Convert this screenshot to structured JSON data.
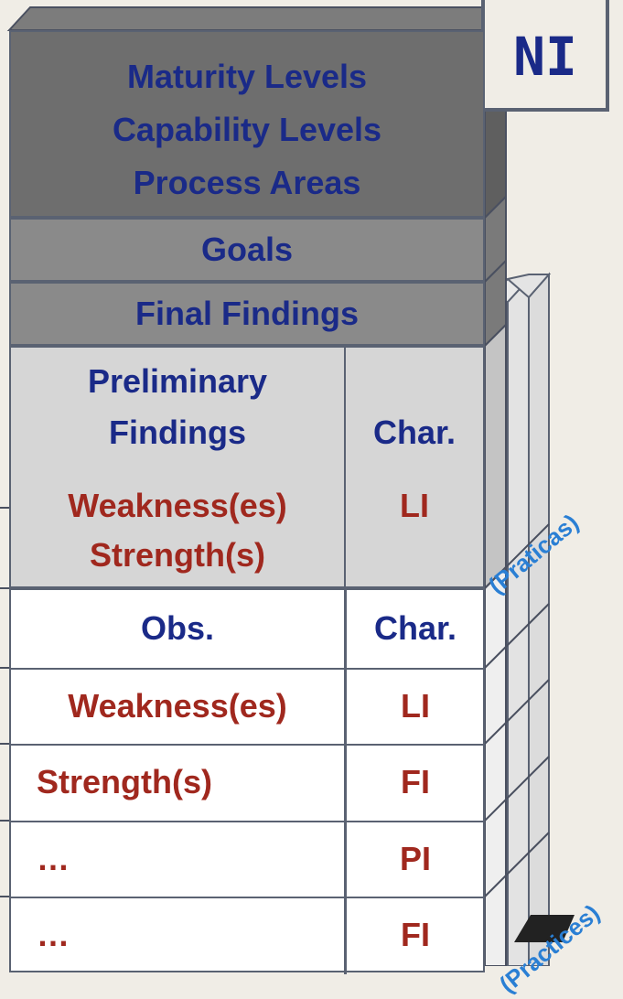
{
  "colors": {
    "navy": "#1a2a88",
    "dark_red": "#a0281e",
    "dark_grey_block": "#6e6e6e",
    "mid_grey_block": "#8a8a8a",
    "light_grey_block": "#d6d6d6",
    "white_block": "#ffffff",
    "background": "#f0ede6",
    "ni_text": "#1a2a88"
  },
  "ni_box": {
    "label": "NI"
  },
  "top_block": {
    "lines": [
      "Maturity Levels",
      "Capability Levels",
      "Process Areas"
    ]
  },
  "goals": {
    "label": "Goals"
  },
  "final_findings": {
    "label": "Final Findings"
  },
  "preliminary": {
    "line1": "Preliminary",
    "line2": "Findings",
    "char_label": "Char.",
    "weak_line1": "Weakness(es)",
    "weak_line2": "Strength(s)",
    "char_value": "LI"
  },
  "rows": [
    {
      "label": "Obs.",
      "char": "Char.",
      "label_color": "navy",
      "char_color": "navy"
    },
    {
      "label": "Weakness(es)",
      "char": "LI",
      "label_color": "red",
      "char_color": "red"
    },
    {
      "label": "Strength(s)",
      "char": "FI",
      "label_color": "red",
      "char_color": "red"
    },
    {
      "label": "…",
      "char": "PI",
      "label_color": "red",
      "char_color": "red"
    },
    {
      "label": "…",
      "char": "FI",
      "label_color": "red",
      "char_color": "red"
    }
  ],
  "rotated_labels": {
    "praticas": "(Praticas)",
    "practices": "(Practices)"
  }
}
